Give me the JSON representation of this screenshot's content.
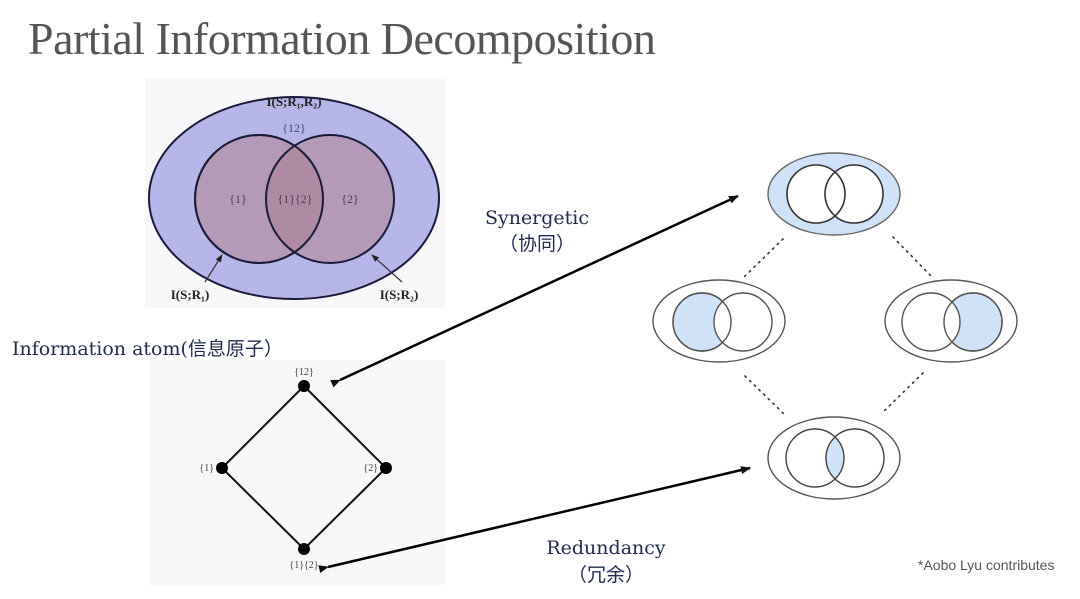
{
  "slide": {
    "title": "Partial Information Decomposition",
    "credit": "*Aobo Lyu contributes"
  },
  "venn_diagram": {
    "total_label": "I(S;R₁,R₂)",
    "r1_label": "I(S;R₁)",
    "r2_label": "I(S;R₂)",
    "synergy_set": "{12}",
    "unique1_set": "{1}",
    "unique2_set": "{2}",
    "redundant_set": "{1}{2}",
    "colors": {
      "outer_fill": "#b7b6ea",
      "circle_fill": "#b49ab8",
      "overlap_fill": "#b08aa3",
      "stroke": "#1a1a3a"
    }
  },
  "lattice": {
    "heading": "Information atom(信息原子）",
    "nodes": [
      {
        "id": "top",
        "label": "{12}"
      },
      {
        "id": "left",
        "label": "{1}"
      },
      {
        "id": "right",
        "label": "{2}"
      },
      {
        "id": "bottom",
        "label": "{1}{2}"
      }
    ]
  },
  "annotations": {
    "synergetic": {
      "en": "Synergetic",
      "zh": "（协同）"
    },
    "redundancy": {
      "en": "Redundancy",
      "zh": "（冗余）"
    }
  },
  "mini_diagrams": {
    "highlight_color": "#cfe2f8",
    "items": [
      {
        "id": "synergy",
        "highlight": "outer"
      },
      {
        "id": "unique1",
        "highlight": "left-only"
      },
      {
        "id": "unique2",
        "highlight": "right-only"
      },
      {
        "id": "redundancy",
        "highlight": "intersection"
      }
    ]
  }
}
